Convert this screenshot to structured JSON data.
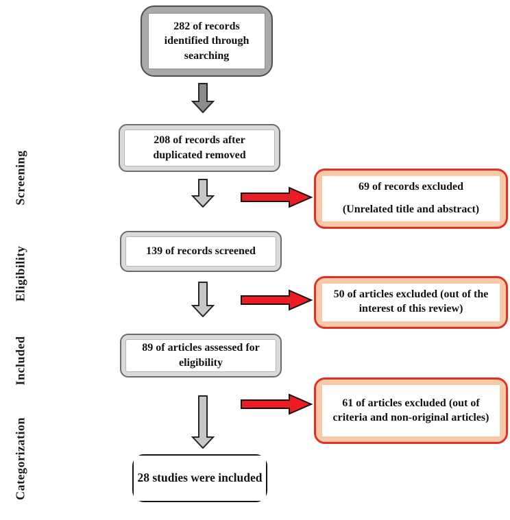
{
  "diagram": {
    "title": "PRISMA-style study selection flow diagram",
    "stage_labels": [
      {
        "label": "Screening"
      },
      {
        "label": "Eligibility"
      },
      {
        "label": "Included"
      },
      {
        "label": "Categorization"
      }
    ],
    "flow_boxes": [
      {
        "text": "282 of records identified through searching"
      },
      {
        "text": "208 of records after duplicated removed"
      },
      {
        "text": "139 of records screened"
      },
      {
        "text": "89 of articles assessed for eligibility"
      },
      {
        "text": "28 studies were included"
      }
    ],
    "excluded_boxes": [
      {
        "line1": "69 of records excluded",
        "line2": "(Unrelated title and abstract)"
      },
      {
        "text": "50 of articles excluded (out of the interest of this review)"
      },
      {
        "text": "61 of articles excluded (out of criteria and non-original articles)"
      }
    ],
    "colors": {
      "excluded_border_red": "#e03127",
      "excluded_band_peach": "#f8c9a6",
      "arrow_red": "#ed1c24",
      "arrow_dark_gray": "#8c8c8c",
      "arrow_light_gray": "#c8c8c8",
      "top_box_band_gray": "#a9a9a9",
      "mid_box_band_gray": "#dadada"
    }
  }
}
